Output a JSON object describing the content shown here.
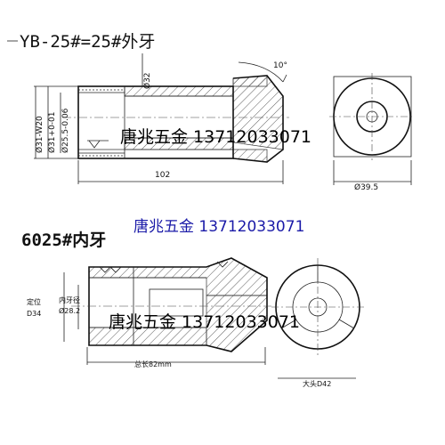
{
  "top": {
    "title": "YB-25#=25#外牙",
    "dims": {
      "d31_w20": "Ø31-W20",
      "d31_tol": "Ø31+0-01",
      "d25_tol": "Ø25.5-0.06",
      "d32": "Ø32",
      "angle": "10°",
      "length": "102",
      "d39": "Ø39.5"
    }
  },
  "watermark_top": "唐兆五金 13712033071",
  "watermark_mid": "唐兆五金 13712033071",
  "bottom": {
    "title": "6025#内牙",
    "labels": {
      "locate": "定位",
      "locate_val": "D34",
      "inner_thread": "内牙径",
      "inner_val": "Ø28.2",
      "total_len": "总长82mm",
      "big_head": "大头D42"
    }
  },
  "watermark_bottom": "唐兆五金 13712033071"
}
